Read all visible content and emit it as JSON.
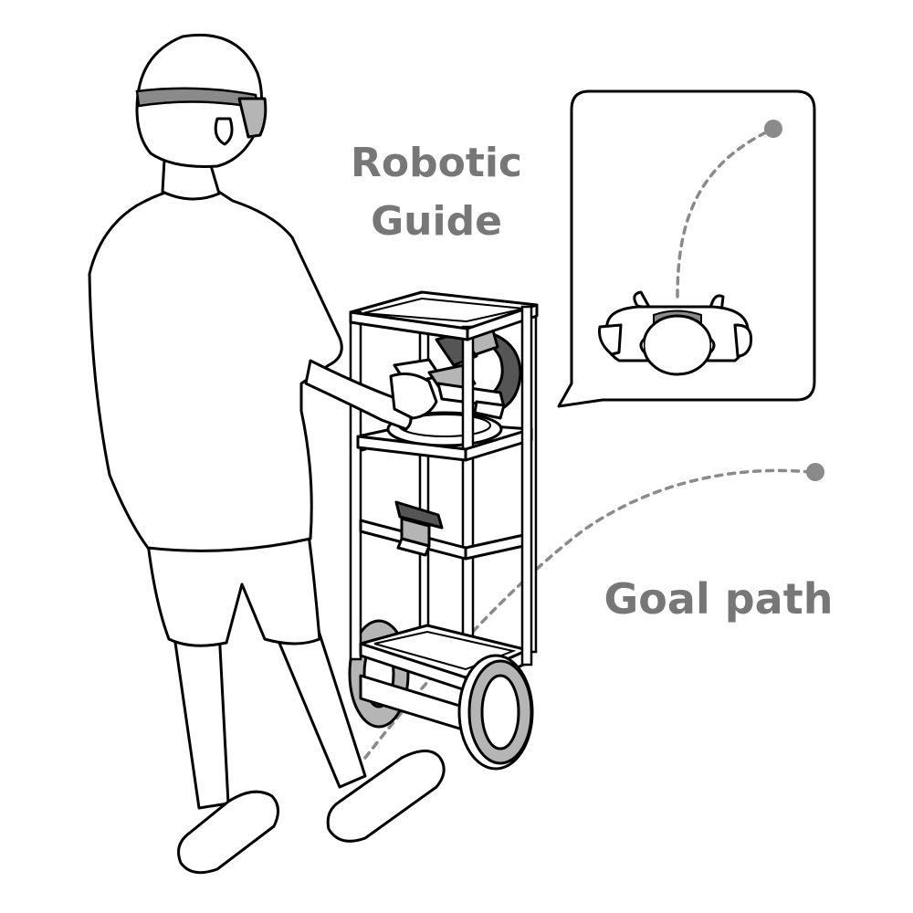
{
  "labels": {
    "robotic_guide_line1": "Robotic",
    "robotic_guide_line2": "Guide",
    "goal_path": "Goal path"
  },
  "colors": {
    "label_gray": "#777777",
    "path_gray": "#8a8a8a",
    "fill_gray": "#b5b5b5",
    "dark_gray": "#555555",
    "line": "#000000",
    "background": "#ffffff"
  },
  "icons": [
    "person-figure",
    "robot-cart",
    "robot-arm",
    "wheel",
    "camera",
    "speech-bubble",
    "goal-marker"
  ]
}
